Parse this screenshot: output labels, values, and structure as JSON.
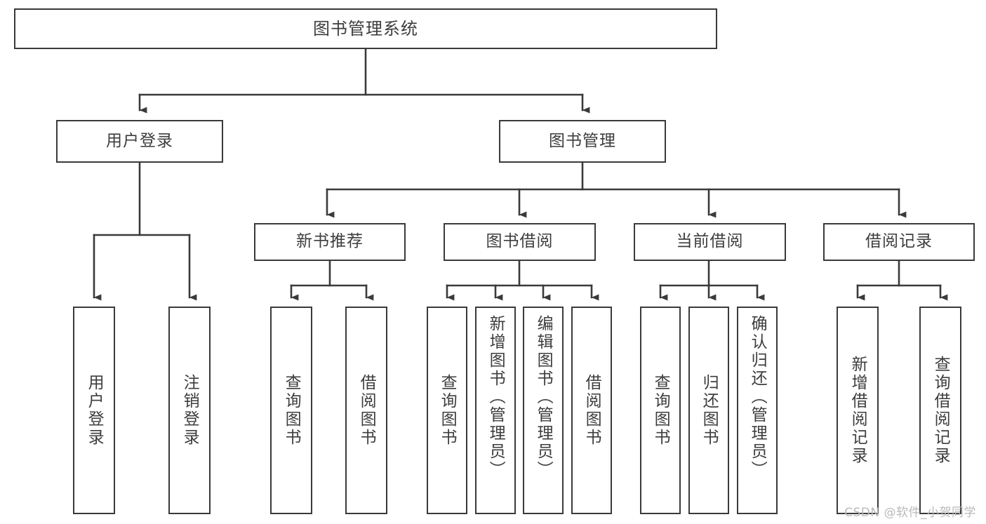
{
  "diagram": {
    "title": "图书管理系统",
    "type": "tree-hierarchy-functional-structure",
    "stroke_color": "#3a3a3a",
    "text_color": "#3d3d3d",
    "background_color": "#ffffff",
    "root": {
      "label": "图书管理系统"
    },
    "level2": [
      {
        "label": "用户登录"
      },
      {
        "label": "图书管理"
      }
    ],
    "level3": [
      {
        "label": "新书推荐"
      },
      {
        "label": "图书借阅"
      },
      {
        "label": "当前借阅"
      },
      {
        "label": "借阅记录"
      }
    ],
    "leaves": {
      "user_login": [
        {
          "label": "用户登录"
        },
        {
          "label": "注销登录"
        }
      ],
      "new_book_recommend": [
        {
          "label": "查询图书"
        },
        {
          "label": "借阅图书"
        }
      ],
      "book_borrow": [
        {
          "label": "查询图书"
        },
        {
          "label": "新增图书（管理员）"
        },
        {
          "label": "编辑图书（管理员）"
        },
        {
          "label": "借阅图书"
        }
      ],
      "current_borrow": [
        {
          "label": "查询图书"
        },
        {
          "label": "归还图书"
        },
        {
          "label": "确认归还（管理员）"
        }
      ],
      "borrow_record": [
        {
          "label": "新增借阅记录"
        },
        {
          "label": "查询借阅记录"
        }
      ]
    }
  },
  "watermark": {
    "text": "CSDN @软件_小贺同学"
  }
}
